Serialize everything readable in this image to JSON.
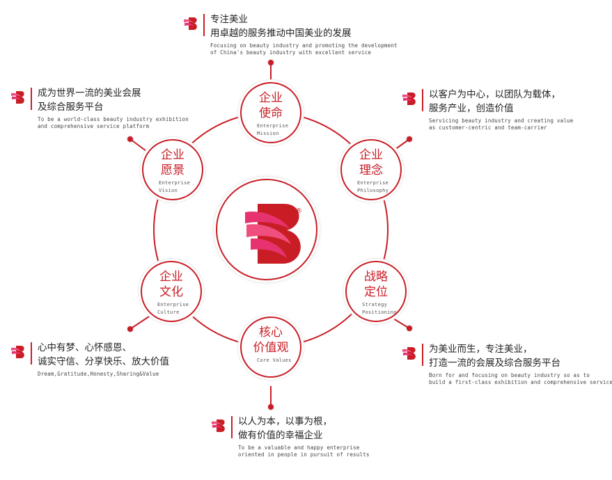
{
  "colors": {
    "brand_red": "#c81d25",
    "ring": "#c81d25",
    "text_dark": "#222222",
    "text_muted": "#555555"
  },
  "center": {
    "logo_icon": "brand-logo-icon",
    "registered_mark": "®"
  },
  "nodes": [
    {
      "id": "mission",
      "zh": [
        "企业",
        "使命"
      ],
      "en": [
        "Enterprise",
        "Mission"
      ]
    },
    {
      "id": "philosophy",
      "zh": [
        "企业",
        "理念"
      ],
      "en": [
        "Enterprise",
        "Philosophy"
      ]
    },
    {
      "id": "strategy",
      "zh": [
        "战略",
        "定位"
      ],
      "en": [
        "Strategy",
        "Positioning"
      ]
    },
    {
      "id": "values",
      "zh": [
        "核心",
        "价值观"
      ],
      "en": [
        "Core Values",
        ""
      ]
    },
    {
      "id": "culture",
      "zh": [
        "企业",
        "文化"
      ],
      "en": [
        "Enterprise",
        "Culture"
      ]
    },
    {
      "id": "vision",
      "zh": [
        "企业",
        "愿景"
      ],
      "en": [
        "Enterprise",
        "Vision"
      ]
    }
  ],
  "captions": [
    {
      "id": "mission",
      "zh": [
        "专注美业",
        "用卓越的服务推动中国美业的发展"
      ],
      "en": [
        "Focusing on beauty industry and promoting the development",
        "of China's beauty industry with excellent service"
      ]
    },
    {
      "id": "philosophy",
      "zh": [
        "以客户为中心，以团队为载体，",
        "服务产业，创造价值"
      ],
      "en": [
        "Servicing beauty industry and creating value",
        "as customer-centric and team-carrier"
      ]
    },
    {
      "id": "strategy",
      "zh": [
        "为美业而生，专注美业，",
        "打造一流的会展及综合服务平台"
      ],
      "en": [
        "Born for and focusing on beauty industry so as to",
        "build a first-class exhibition and comprehensive service platform"
      ]
    },
    {
      "id": "values",
      "zh": [
        "以人为本，以事为根，",
        "做有价值的幸福企业"
      ],
      "en": [
        "To be a valuable and happy enterprise",
        "oriented in people in pursuit of results"
      ]
    },
    {
      "id": "culture",
      "zh": [
        "心中有梦、心怀感恩、",
        "诚实守信、分享快乐、放大价值"
      ],
      "en": [
        "Dream,Gratitude,Honesty,Sharing&Value",
        ""
      ]
    },
    {
      "id": "vision",
      "zh": [
        "成为世界一流的美业会展",
        "及综合服务平台"
      ],
      "en": [
        "To be a world-class beauty industry exhibition",
        "and comprehensive service platform"
      ]
    }
  ]
}
